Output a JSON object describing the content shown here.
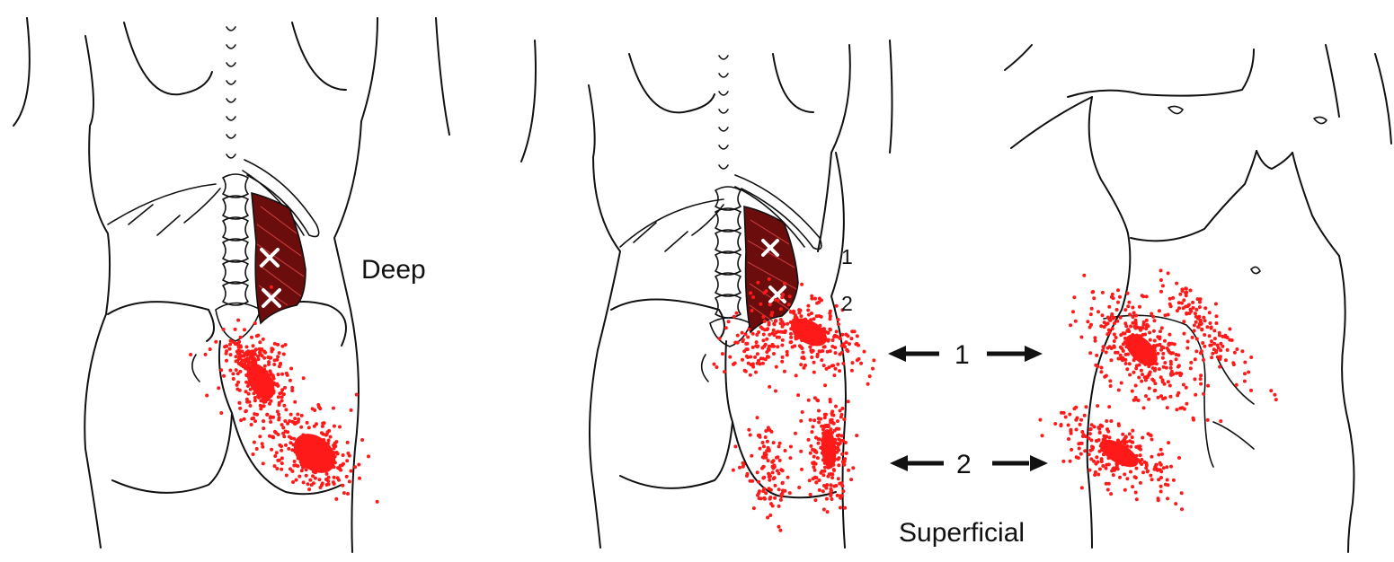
{
  "labels": {
    "deep": "Deep",
    "superficial": "Superficial",
    "point_1": "1",
    "point_2": "2",
    "arrow_1": "1",
    "arrow_2": "2"
  },
  "colors": {
    "referred_pain": "#ff1a1a",
    "muscle": "#6b0d0d",
    "trigger_point_marker": "#ffffff",
    "line_art": "#111111"
  }
}
